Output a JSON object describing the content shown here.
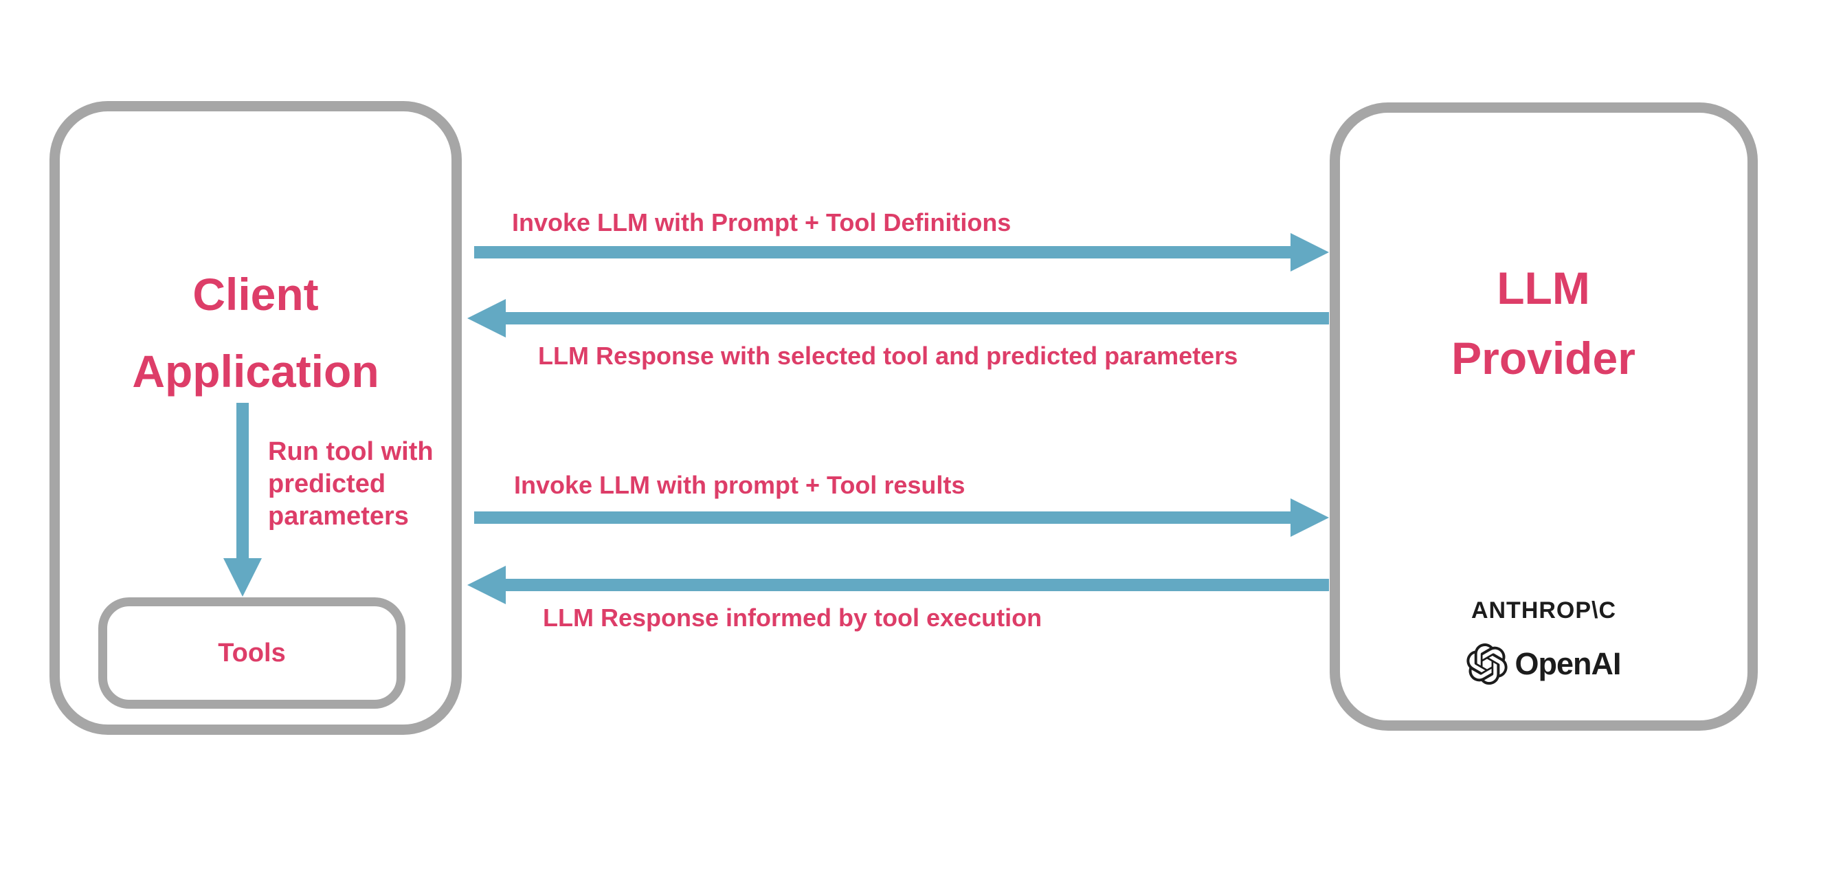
{
  "colors": {
    "pink": "#DD3D68",
    "blue": "#63A9C3",
    "gray": "#A6A6A6",
    "logo_black": "#1C1C1C",
    "bg": "#FFFFFF"
  },
  "client_box": {
    "title": "Client Application",
    "tools_label": "Tools"
  },
  "provider_box": {
    "title": "LLM Provider",
    "anthropic_label": "ANTHROP\\C",
    "openai_label": "OpenAI"
  },
  "run_tool_arrow": {
    "label": "Run tool with predicted parameters"
  },
  "arrows": [
    {
      "id": "invoke-llm-with-definitions",
      "direction": "right",
      "label": "Invoke LLM with Prompt + Tool Definitions"
    },
    {
      "id": "llm-response-selected-tool",
      "direction": "left",
      "label": "LLM Response with selected tool and predicted parameters"
    },
    {
      "id": "invoke-llm-with-results",
      "direction": "right",
      "label": "Invoke LLM with prompt + Tool results"
    },
    {
      "id": "llm-response-informed",
      "direction": "left",
      "label": "LLM Response informed by tool execution"
    }
  ]
}
